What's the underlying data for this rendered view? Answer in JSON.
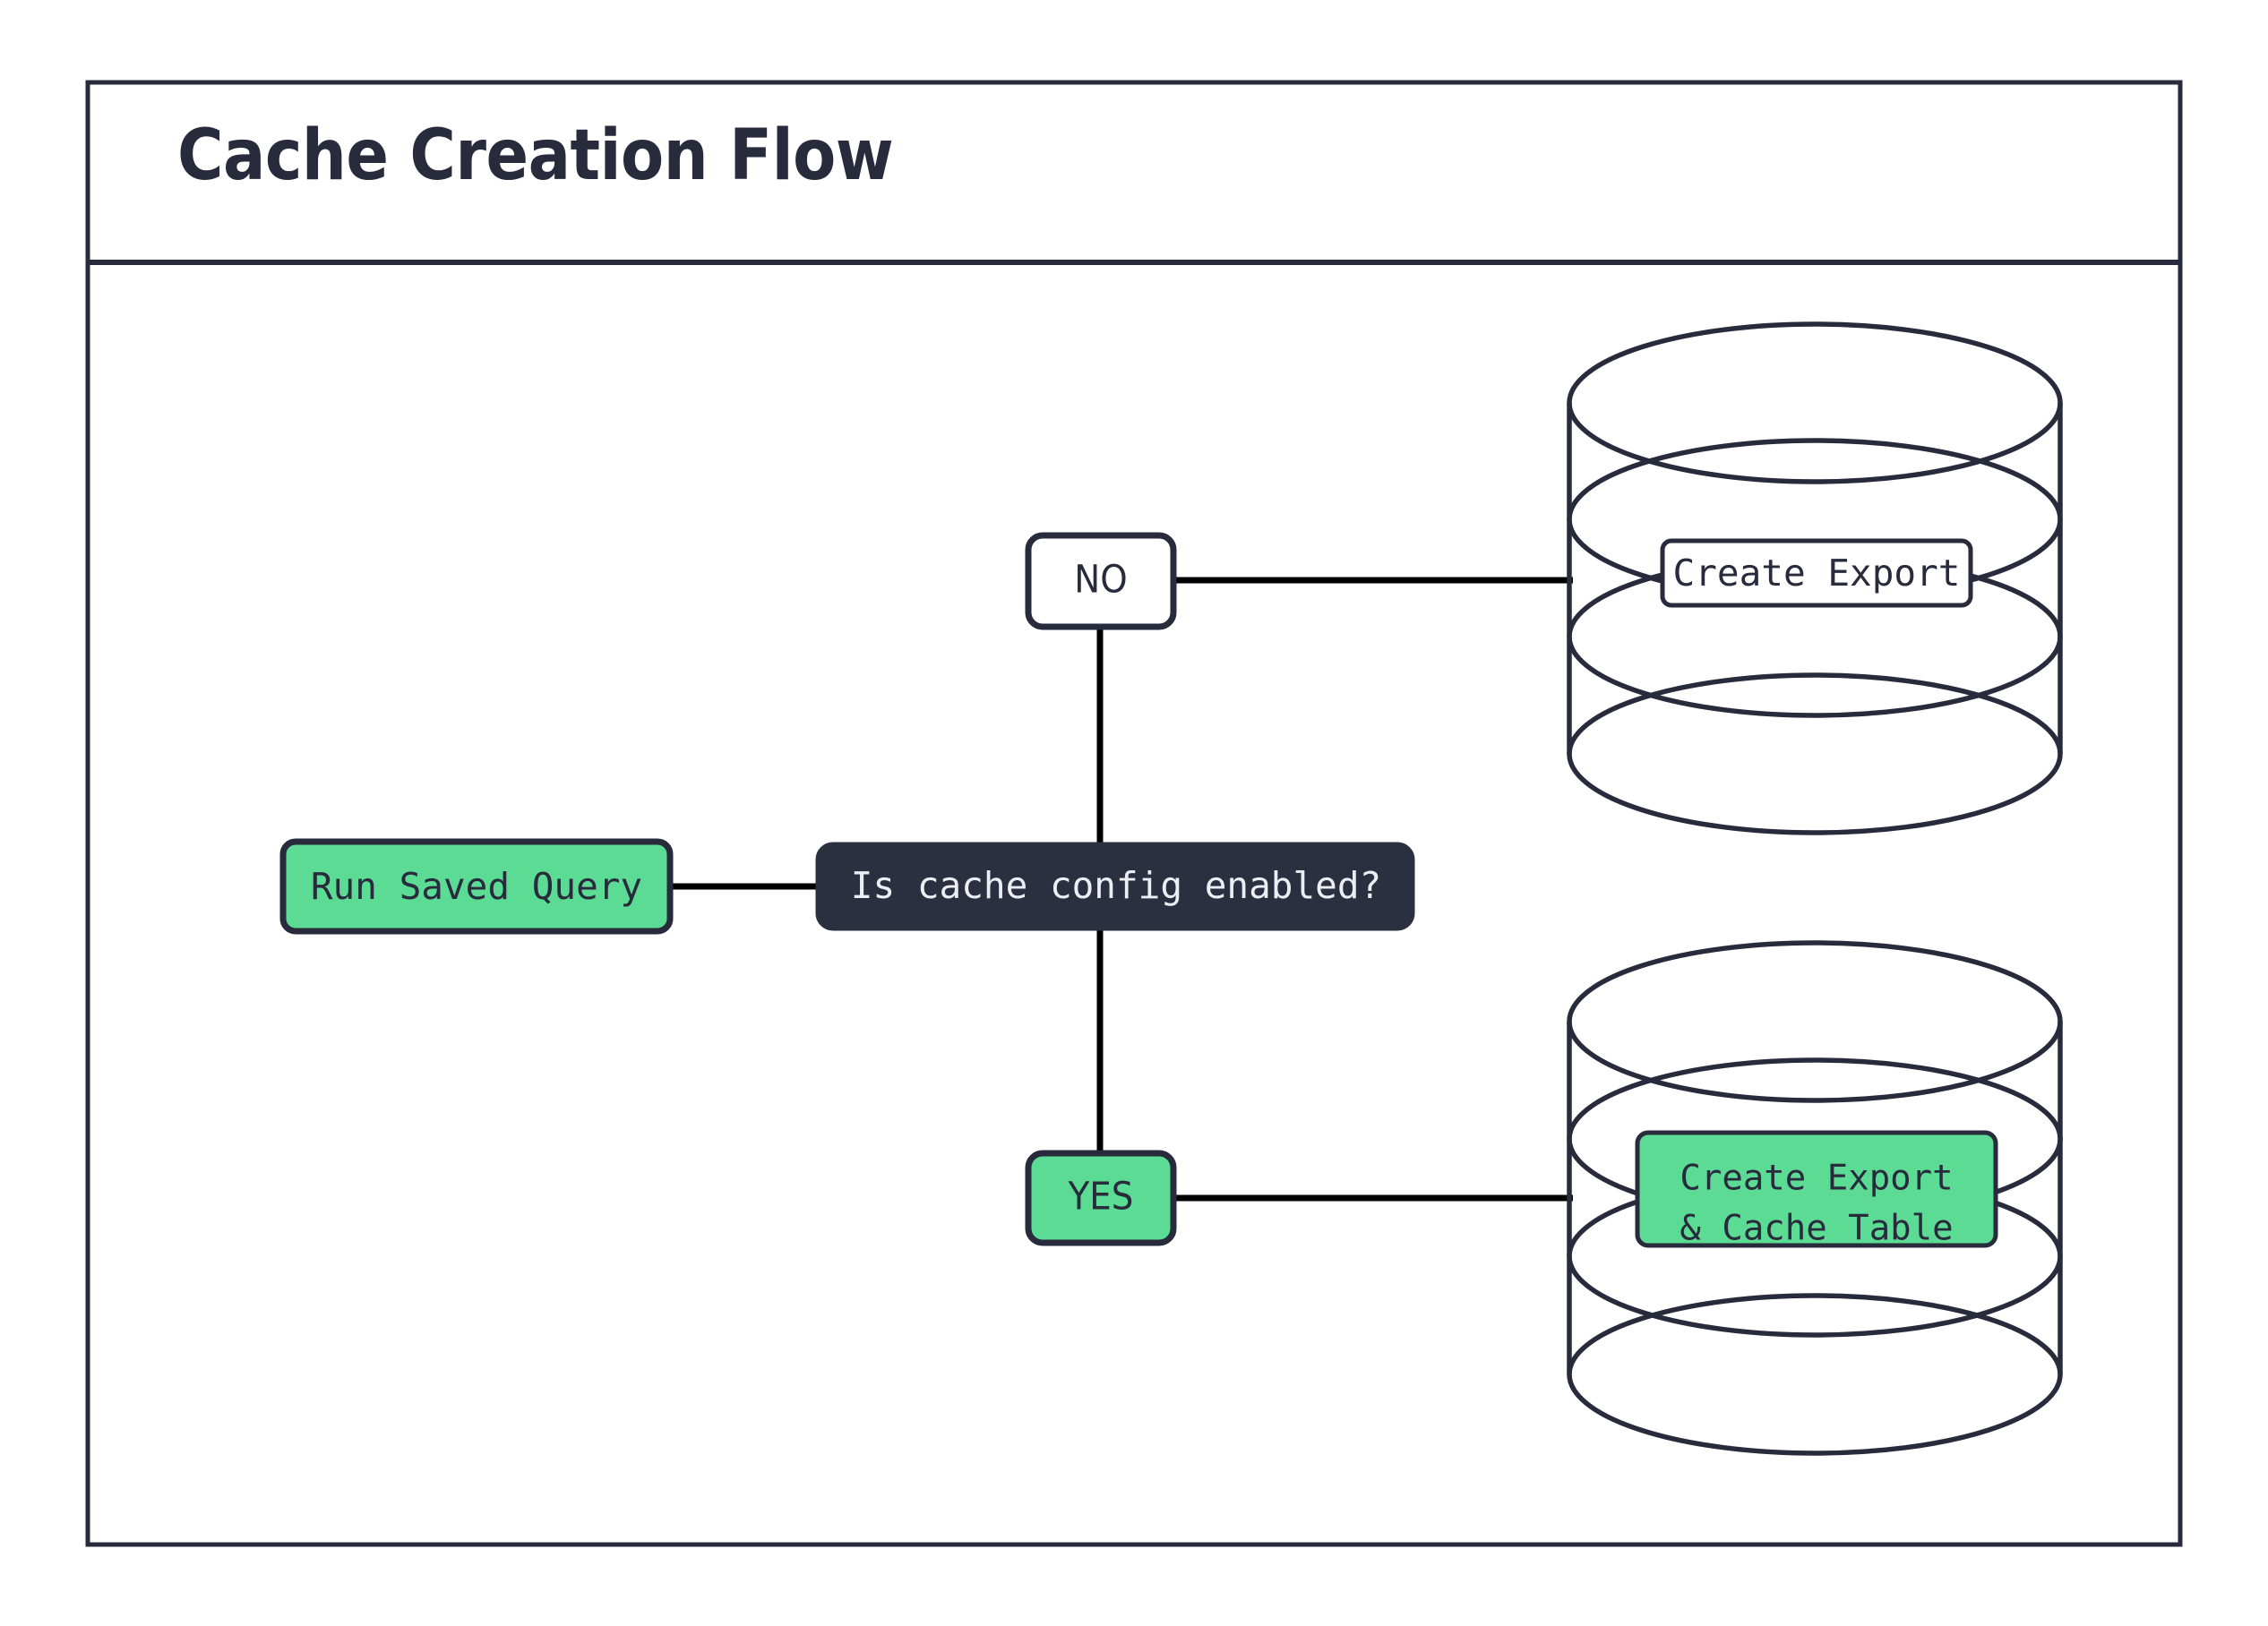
{
  "diagram": {
    "title": "Cache Creation Flow",
    "colors": {
      "accent_green": "#5cdb95",
      "dark_navy": "#2b3040",
      "stroke": "#272b3c",
      "white": "#ffffff",
      "light_text": "#eceef3"
    },
    "nodes": {
      "start": {
        "label": "Run Saved Query",
        "style": "green"
      },
      "decision": {
        "label": "Is cache config enabled?",
        "style": "dark"
      },
      "branch_no": {
        "label": "NO",
        "style": "white"
      },
      "branch_yes": {
        "label": "YES",
        "style": "green"
      },
      "db_top": {
        "label": "Create Export",
        "style": "database-white"
      },
      "db_bottom": {
        "label_line1": "Create Export",
        "label_line2": "& Cache Table",
        "style": "database-green"
      }
    },
    "edges": [
      {
        "from": "start",
        "to": "decision"
      },
      {
        "from": "decision",
        "to": "branch_no"
      },
      {
        "from": "branch_no",
        "to": "db_top"
      },
      {
        "from": "decision",
        "to": "branch_yes"
      },
      {
        "from": "branch_yes",
        "to": "db_bottom"
      }
    ]
  }
}
